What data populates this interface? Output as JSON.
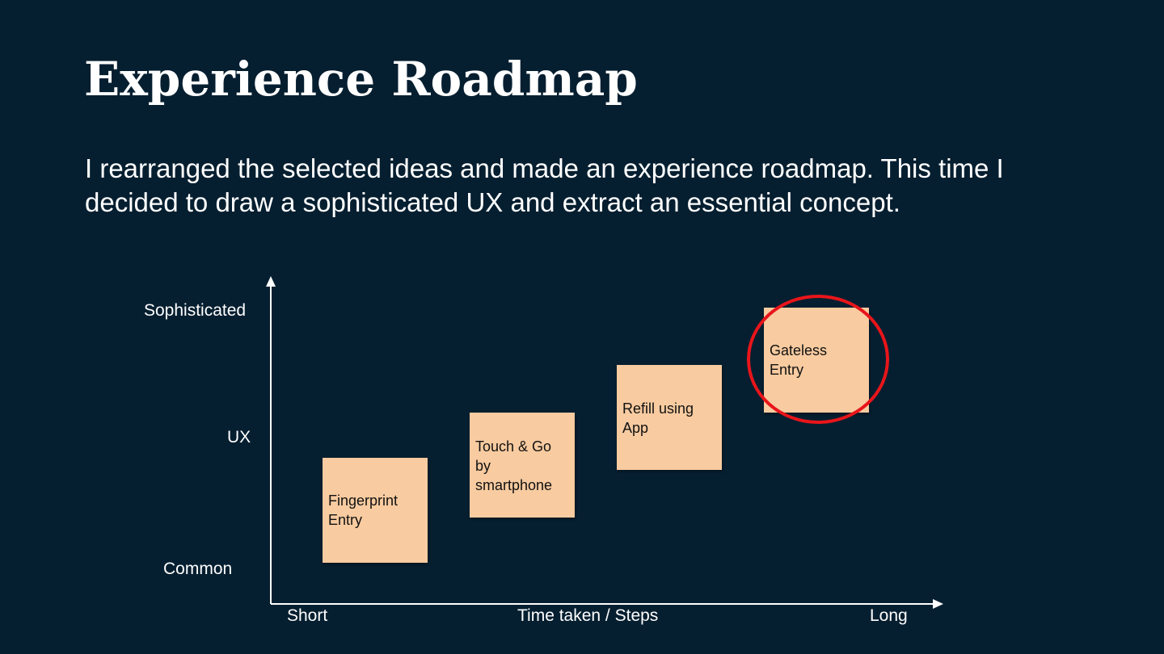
{
  "slide": {
    "title": "Experience Roadmap",
    "description": "I rearranged the selected ideas and made an experience roadmap. This time I decided to draw a sophisticated UX and extract an essential concept."
  },
  "diagram": {
    "y_axis": {
      "top_label": "Sophisticated",
      "mid_label": "UX",
      "bottom_label": "Common"
    },
    "x_axis": {
      "left_label": "Short",
      "mid_label": "Time taken / Steps",
      "right_label": "Long"
    },
    "notes": [
      {
        "text": "Fingerprint\nEntry"
      },
      {
        "text": "Touch & Go\nby\nsmartphone"
      },
      {
        "text": "Refill using\nApp"
      },
      {
        "text": "Gateless\nEntry",
        "highlighted": true
      }
    ],
    "colors": {
      "background": "#061f30",
      "sticky_note": "#f8cba0",
      "highlight": "#e8151a",
      "text": "#ffffff"
    }
  }
}
